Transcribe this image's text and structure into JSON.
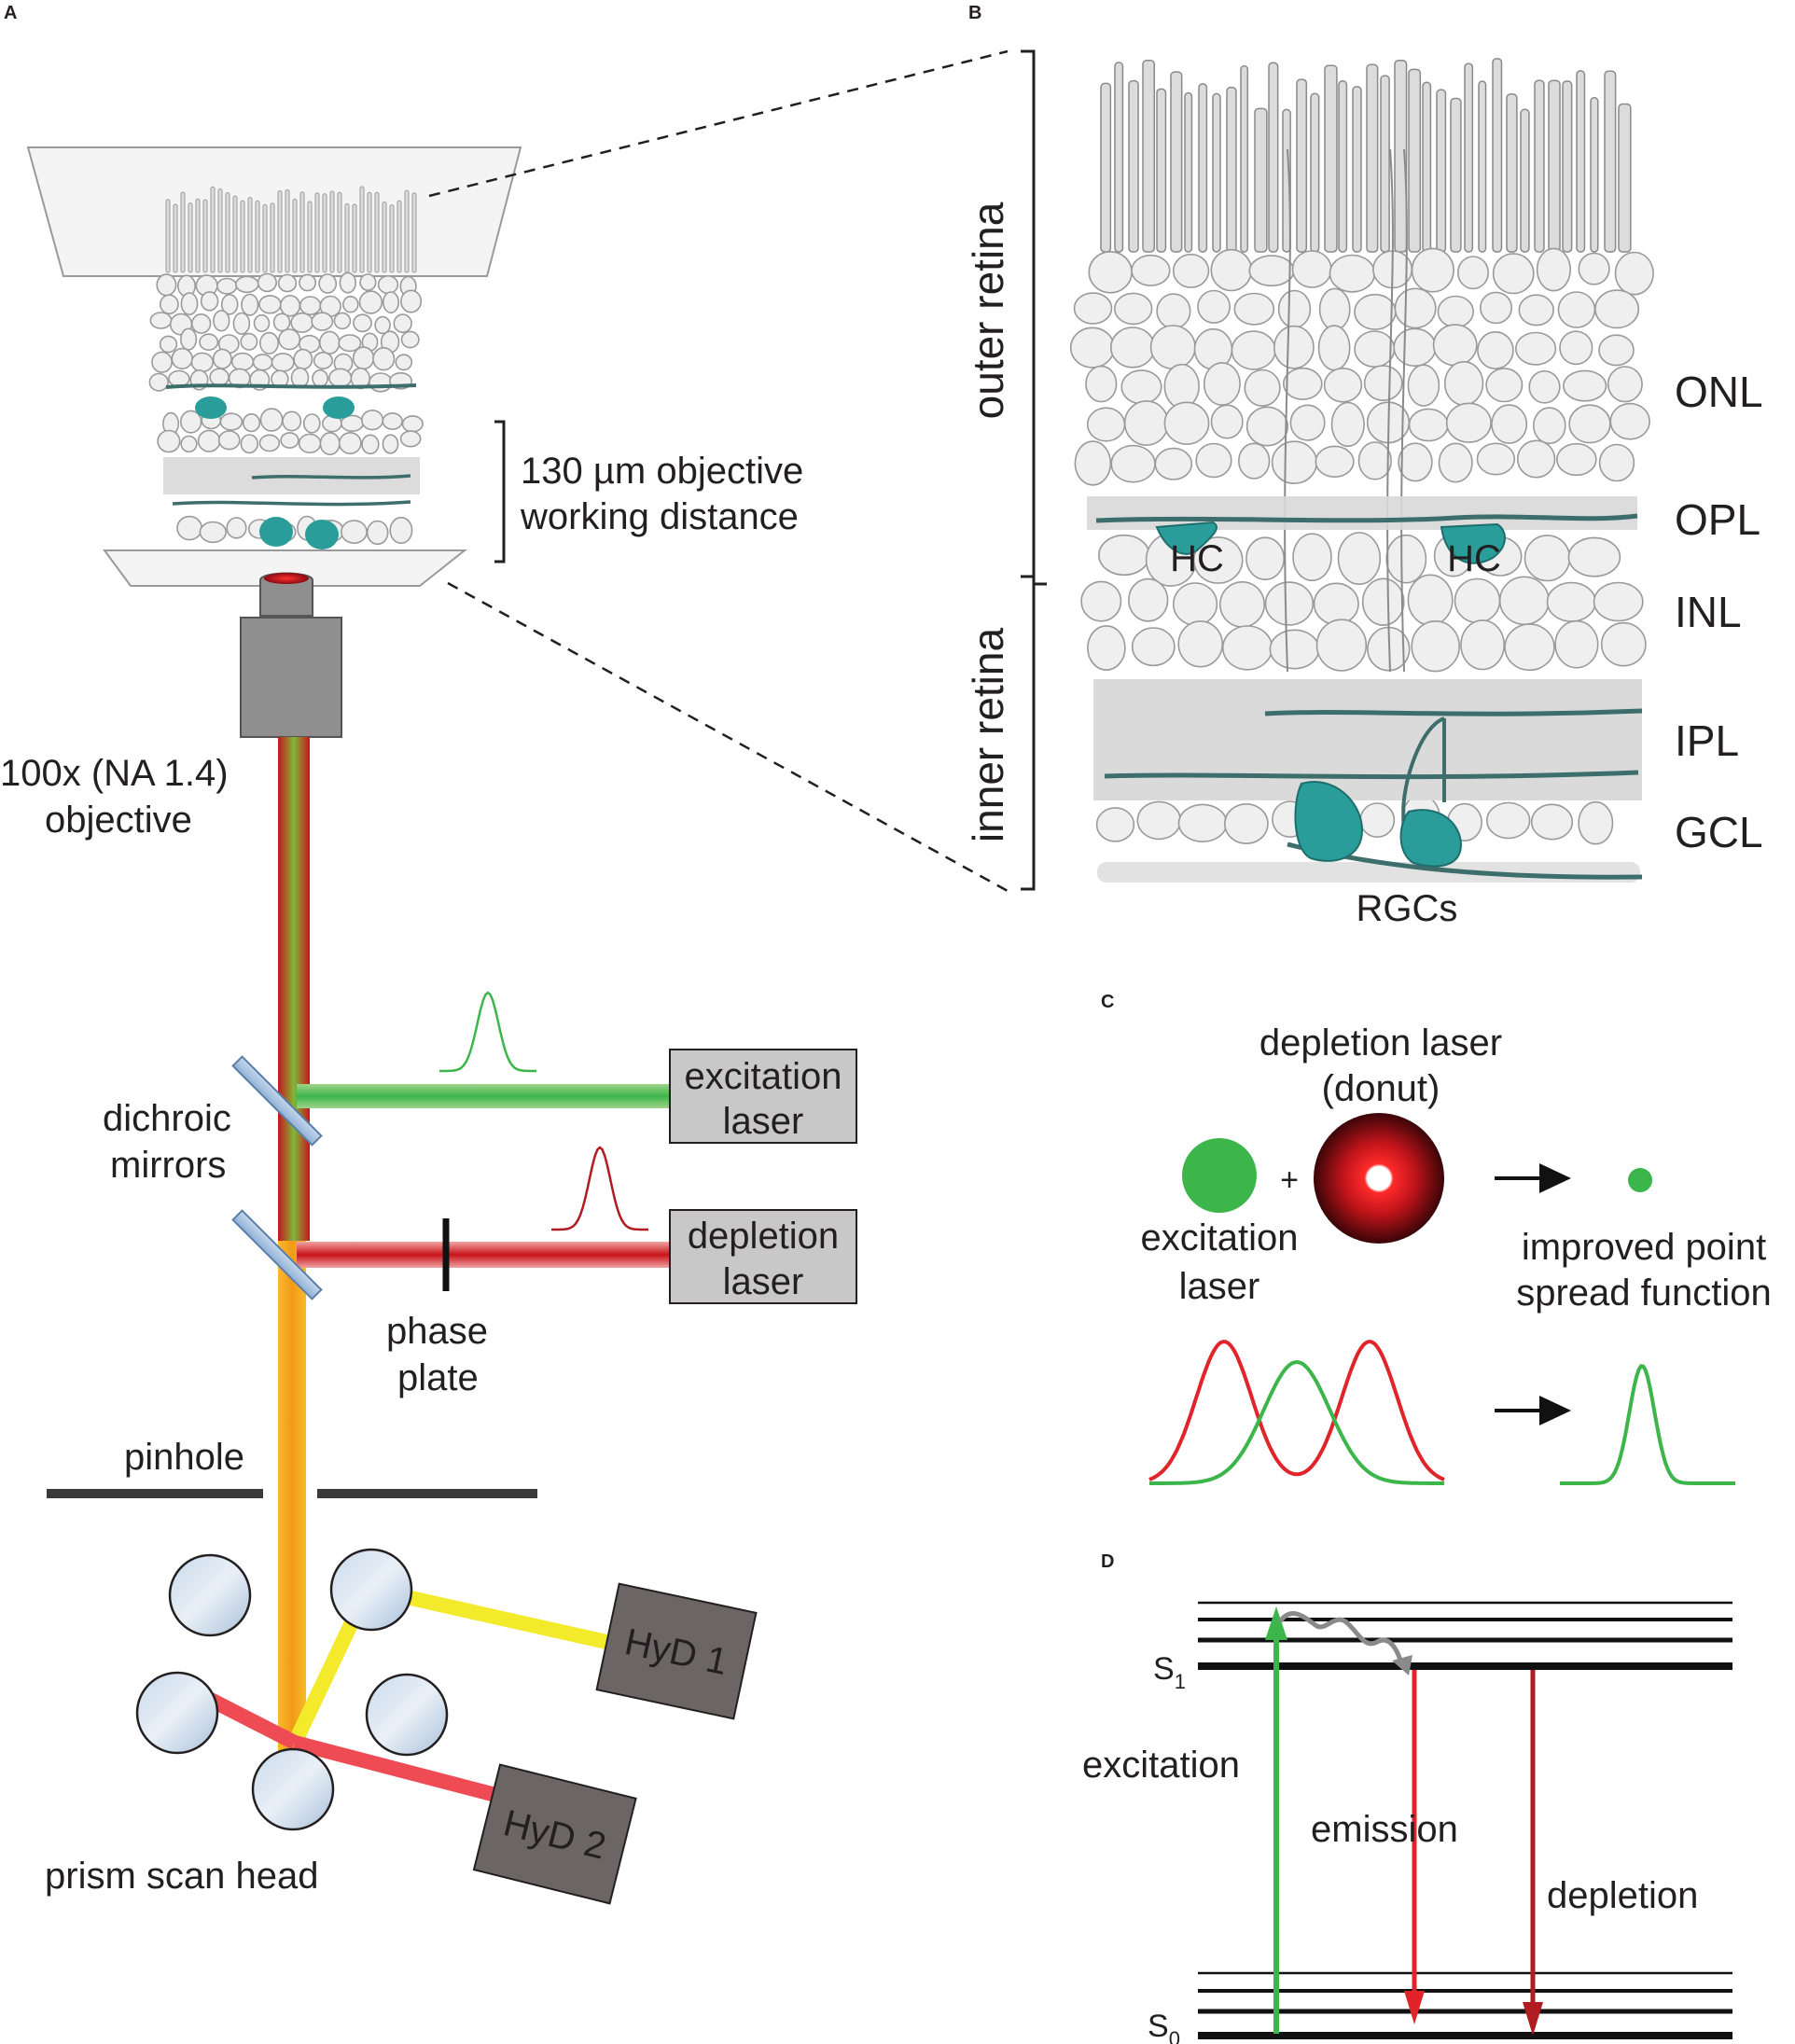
{
  "panels": {
    "a": "A",
    "b": "B",
    "c": "C",
    "d": "D"
  },
  "panel_a": {
    "working_distance_line1": "130 µm objective",
    "working_distance_line2": "working distance",
    "objective_line1": "100x (NA 1.4)",
    "objective_line2": "objective",
    "dichroic_line1": "dichroic",
    "dichroic_line2": "mirrors",
    "excitation_line1": "excitation",
    "excitation_line2": "laser",
    "depletion_line1": "depletion",
    "depletion_line2": "laser",
    "phase_line1": "phase",
    "phase_line2": "plate",
    "pinhole": "pinhole",
    "detector1": "HyD 1",
    "detector2": "HyD 2",
    "scan_head": "prism scan head"
  },
  "panel_b": {
    "outer": "outer retina",
    "inner": "inner retina",
    "layers": [
      "ONL",
      "OPL",
      "INL",
      "IPL",
      "GCL"
    ],
    "hc": "HC",
    "rgcs": "RGCs"
  },
  "panel_c": {
    "depletion_line1": "depletion laser",
    "depletion_line2": "(donut)",
    "plus": "+",
    "excitation_line1": "excitation",
    "excitation_line2": "laser",
    "psf_line1": "improved point",
    "psf_line2": "spread function"
  },
  "panel_d": {
    "s1": "S",
    "s1_sub": "1",
    "s0": "S",
    "s0_sub": "0",
    "excitation": "excitation",
    "emission": "emission",
    "depletion": "depletion"
  },
  "colors": {
    "teal": "#2a9d9a",
    "green": "#3cb54a",
    "red": "#e0242a",
    "darkred": "#b01c22",
    "orange": "#f4a81b",
    "yellow": "#f2ea2b",
    "gray_box": "#c8c8c8",
    "detector": "#6b6565"
  }
}
